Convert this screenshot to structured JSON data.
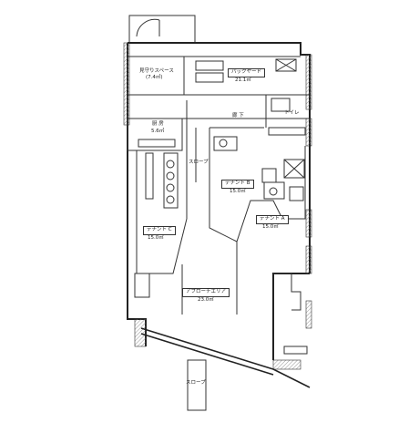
{
  "plan": {
    "rooms": {
      "kyoyu_space": {
        "name": "見守りスペース",
        "area": "(7.4㎡)"
      },
      "backyard": {
        "name": "バックヤード",
        "area": "21.1㎡"
      },
      "kitchen": {
        "name": "厨 房",
        "area": "5.6㎡"
      },
      "corridor": {
        "name": "廊 下"
      },
      "toilet": {
        "name": "トイレ"
      },
      "tenant_b": {
        "name": "テナント B",
        "area": "15.0㎡"
      },
      "tenant_a": {
        "name": "テナント A",
        "area": "15.0㎡"
      },
      "tenant_c": {
        "name": "テナント C",
        "area": "15.0㎡"
      },
      "approach": {
        "name": "アプローチエリア",
        "area": "23.0㎡"
      }
    },
    "slope_inner": "スロープ",
    "slope_outer": "スロープ",
    "colors": {
      "wall": "#222222",
      "hatch": "#8a8a8a",
      "line": "#444444"
    }
  }
}
